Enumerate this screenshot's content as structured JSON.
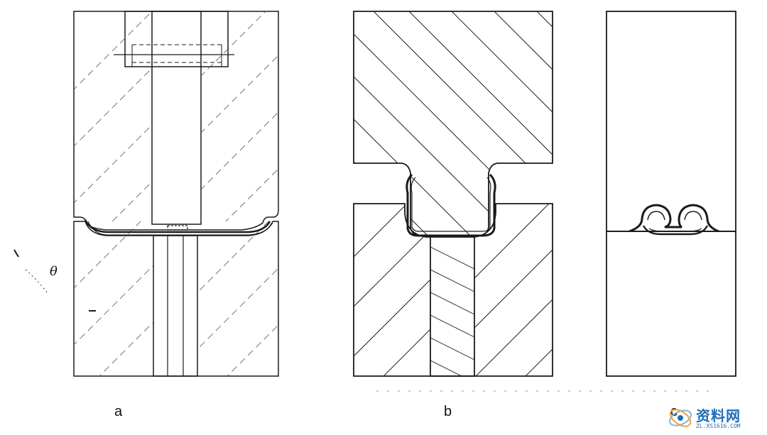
{
  "labels": {
    "a": "a",
    "b": "b",
    "c": "c",
    "theta": "θ"
  },
  "watermark": {
    "title": "资料网",
    "url": "ZL.XS1616.COM",
    "icon": "watermark-logo-icon"
  },
  "colors": {
    "line": "#1a1a1a",
    "hatch": "#2a2a2a",
    "watermark": "#1e6fb8"
  }
}
